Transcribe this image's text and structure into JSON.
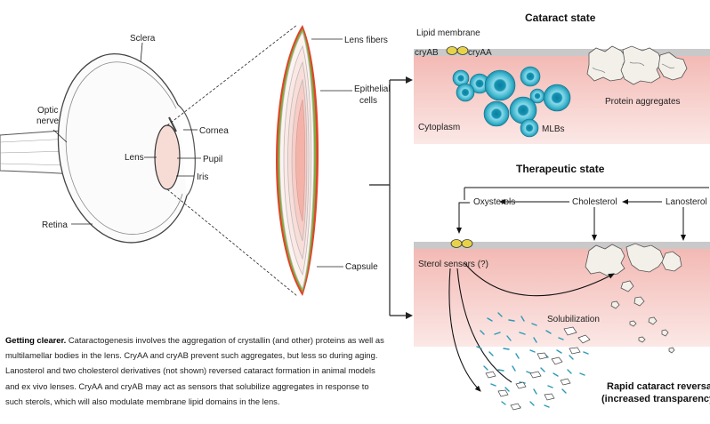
{
  "eye": {
    "labels": {
      "sclera": "Sclera",
      "optic_nerve_1": "Optic",
      "optic_nerve_2": "nerve",
      "lens": "Lens",
      "cornea": "Cornea",
      "pupil": "Pupil",
      "iris": "Iris",
      "retina": "Retina"
    }
  },
  "lens_section": {
    "labels": {
      "lens_fibers": "Lens fibers",
      "epithelial_1": "Epithelial",
      "epithelial_2": "cells",
      "capsule": "Capsule"
    }
  },
  "cataract_state": {
    "title": "Cataract state",
    "lipid_membrane": "Lipid membrane",
    "cryab": "cryAB",
    "cryaa": "cryAA",
    "cytoplasm": "Cytoplasm",
    "mlbs": "MLBs",
    "protein_aggregates": "Protein aggregates"
  },
  "therapeutic_state": {
    "title": "Therapeutic state",
    "oxysterols": "Oxysterols",
    "cholesterol": "Cholesterol",
    "lanosterol": "Lanosterol",
    "sterol_sensors": "Sterol sensors (?)",
    "solubilization": "Solubilization",
    "reversal_1": "Rapid cataract reversal",
    "reversal_2": "(increased transparency)"
  },
  "caption": {
    "title": "Getting clearer.",
    "body": "Cataractogenesis involves the aggregation of crystallin (and other) proteins as well as multilamellar bodies in the lens. CryAA and cryAB prevent such aggregates, but less so during aging. Lanosterol and two cholesterol derivatives (not shown) reversed cataract formation in animal models and ex vivo lenses. CryAA and cryAB may act as sensors that solubilize aggregates in response to such sterols, which will also modulate membrane lipid domains in the lens."
  },
  "colors": {
    "cytoplasm_pink": "#f6c8c4",
    "membrane_gray": "#c9c9c9",
    "mlb_cyan": "#45b8cf",
    "chaperone_yellow": "#e8d24a",
    "lens_pink": "#f7d9d2",
    "capsule_red": "#e2422b",
    "epithelial_green": "#7fae3c"
  }
}
